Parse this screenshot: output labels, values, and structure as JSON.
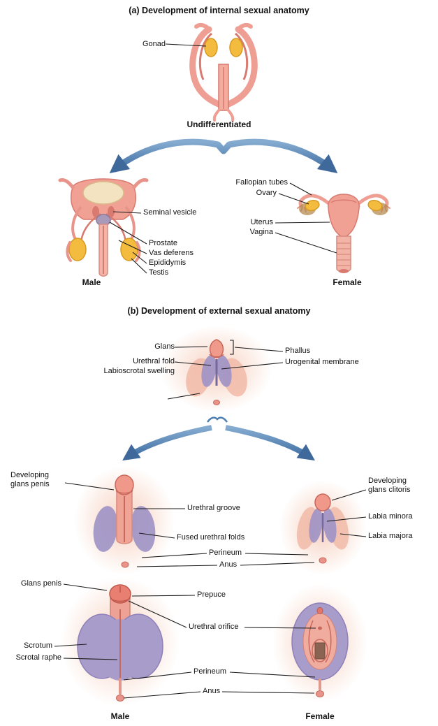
{
  "a": {
    "title": "(a) Development of internal sexual anatomy",
    "gonad": "Gonad",
    "undiff": "Undifferentiated",
    "seminal_vesicle": "Seminal vesicle",
    "prostate": "Prostate",
    "vas_deferens": "Vas deferens",
    "epididymis": "Epididymis",
    "testis": "Testis",
    "male": "Male",
    "fallopian_tubes": "Fallopian tubes",
    "ovary": "Ovary",
    "uterus": "Uterus",
    "vagina": "Vagina",
    "female": "Female"
  },
  "b": {
    "title": "(b) Development of external sexual anatomy",
    "glans": "Glans",
    "urethral_fold": "Urethral fold",
    "labioscrotal_swelling": "Labioscrotal swelling",
    "phallus": "Phallus",
    "urogenital_membrane": "Urogenital membrane",
    "developing_glans_penis": "Developing glans penis",
    "urethral_groove": "Urethral groove",
    "fused_urethral_folds": "Fused urethral folds",
    "perineum_mid": "Perineum",
    "anus_mid": "Anus",
    "developing_glans_clitoris": "Developing glans clitoris",
    "labia_minora": "Labia minora",
    "labia_majora": "Labia majora",
    "glans_penis": "Glans penis",
    "scrotum": "Scrotum",
    "scrotal_raphe": "Scrotal raphe",
    "prepuce": "Prepuce",
    "urethral_orifice": "Urethral orifice",
    "perineum_bottom": "Perineum",
    "anus_bottom": "Anus",
    "male": "Male",
    "female": "Female"
  },
  "colors": {
    "arrow_blue": "#4E7FB0",
    "tissue_pink": "#F1A094",
    "tissue_light": "#F3B4A8",
    "gonad_yellow": "#F4BC3F",
    "fold_purple": "#A094C6",
    "scrotum_purple": "#A89CCB",
    "leader_line": "#1a1a1a"
  }
}
